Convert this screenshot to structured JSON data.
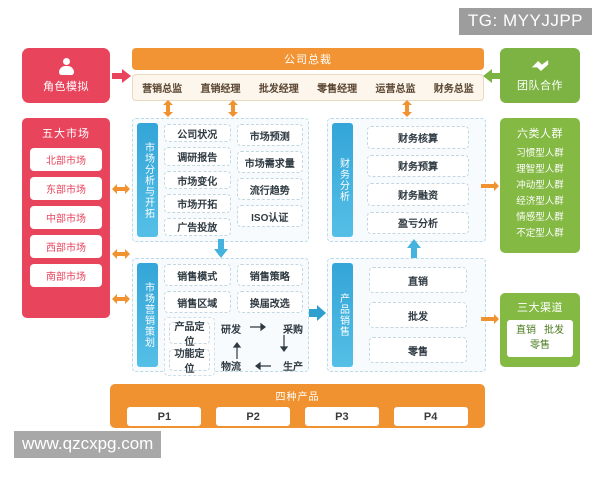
{
  "watermarks": {
    "telegram": "TG: MYYJJPP",
    "site": "www.qzcxpg.com"
  },
  "left_role": {
    "icon": "person-icon",
    "label": "角色模拟"
  },
  "right_team": {
    "icon": "handshake-icon",
    "label": "团队合作"
  },
  "executive": {
    "title": "公司总裁",
    "roles": [
      "营销总监",
      "直销经理",
      "批发经理",
      "零售经理",
      "运营总监",
      "财务总监"
    ]
  },
  "markets": {
    "title": "五大市场",
    "items": [
      "北部市场",
      "东部市场",
      "中部市场",
      "西部市场",
      "南部市场"
    ]
  },
  "crowds": {
    "title": "六类人群",
    "items": [
      "习惯型人群",
      "理智型人群",
      "冲动型人群",
      "经济型人群",
      "情感型人群",
      "不定型人群"
    ]
  },
  "channels": {
    "title": "三大渠道",
    "items": [
      "直销",
      "批发",
      "零售"
    ]
  },
  "quadrants": {
    "market_analysis": {
      "tab": "市场分析与开拓",
      "col1": [
        "公司状况",
        "调研报告",
        "市场变化",
        "市场开拓",
        "广告投放"
      ],
      "col2": [
        "市场预测",
        "市场需求量",
        "流行趋势",
        "ISO认证"
      ]
    },
    "finance": {
      "tab": "财务分析",
      "items": [
        "财务核算",
        "财务预算",
        "财务融资",
        "盈亏分析"
      ]
    },
    "marketing_plan": {
      "tab": "市场营销策划",
      "top_col1": [
        "销售模式",
        "销售区域"
      ],
      "top_col2": [
        "销售策略",
        "换届改选"
      ],
      "bottom_col1": [
        "产品定位",
        "功能定位"
      ],
      "cycle": {
        "top_left": "研发",
        "top_right": "采购",
        "bottom_right": "生产",
        "bottom_left": "物流"
      }
    },
    "product_sales": {
      "tab": "产品销售",
      "items": [
        "直销",
        "批发",
        "零售"
      ]
    }
  },
  "products": {
    "title": "四种产品",
    "items": [
      "P1",
      "P2",
      "P3",
      "P4"
    ]
  },
  "colors": {
    "red": "#e8445c",
    "orange": "#f0922f",
    "green": "#84b944",
    "blue": "#34a5d8"
  }
}
